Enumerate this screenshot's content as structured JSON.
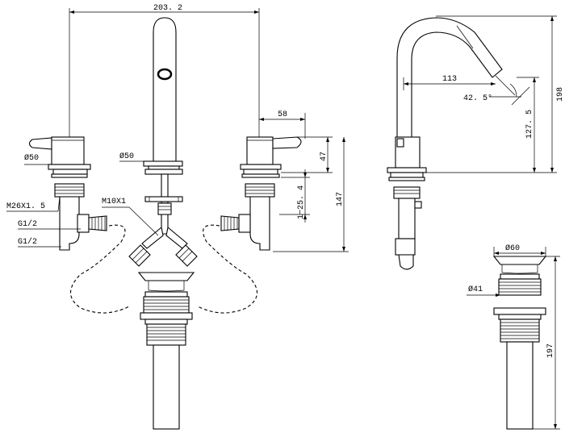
{
  "dimensions": {
    "overall_width": "203. 2",
    "handle_diameter": "Ø50",
    "spout_diameter": "Ø50",
    "handle_length": "58",
    "handle_height": "47",
    "deck_range": "1~25. 4",
    "valve_height": "147",
    "spout_reach": "113",
    "spout_angle": "42. 5°",
    "spout_height_to_outlet": "127. 5",
    "spout_total_height": "198",
    "drain_top_diameter": "Ø60",
    "drain_body_diameter": "Ø41",
    "drain_height": "197"
  },
  "threads": {
    "mount_thread": "M26X1. 5",
    "inlet_upper": "G1/2",
    "inlet_lower": "G1/2",
    "connector": "M10X1"
  }
}
